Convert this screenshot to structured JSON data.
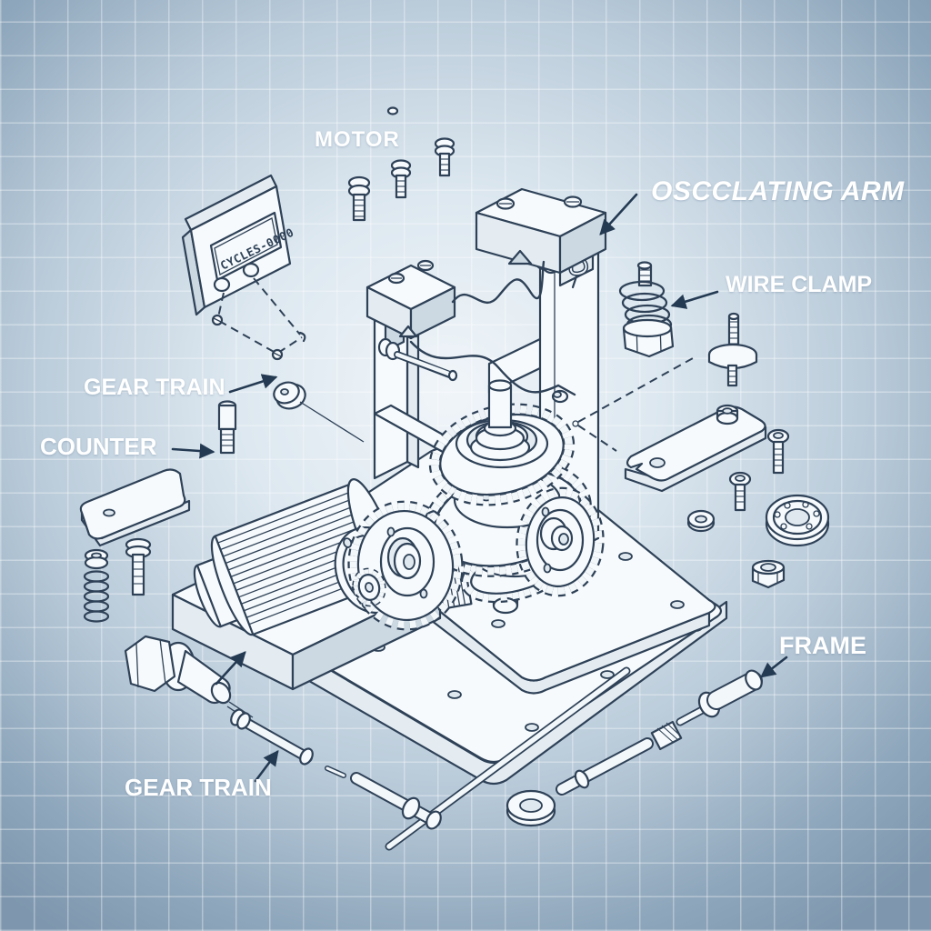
{
  "diagram": {
    "kind": "exploded-assembly-blueprint",
    "counter_display": "CYCLES-0000",
    "labels": {
      "motor": "MOTOR",
      "oscillating_arm": "OSCCLATING ARM",
      "wire_clamp": "WIRE CLAMP",
      "gear_train_upper": "GEAR TRAIN",
      "counter": "COUNTER",
      "frame": "FRAME",
      "gear_train_lower": "GEAR TRAIN"
    },
    "colors": {
      "line": "#2e4157",
      "background_center": "#f0f5f9",
      "background_edge": "#7e97ae",
      "label_text": "#ffffff"
    }
  }
}
